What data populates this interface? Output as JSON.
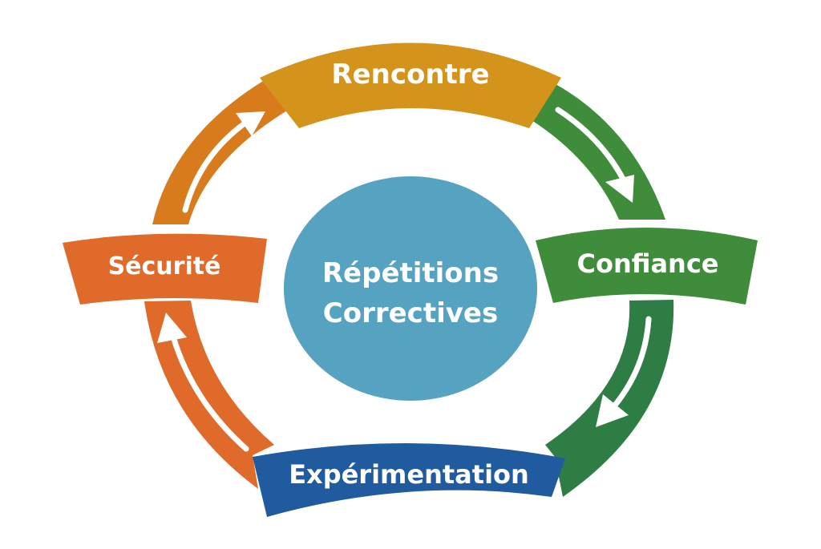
{
  "diagram": {
    "type": "cycle",
    "center": {
      "line1": "Répétitions",
      "line2": "Correctives",
      "color": "#56a2c1"
    },
    "stages": [
      {
        "id": "rencontre",
        "label": "Rencontre",
        "color": "#d4941c"
      },
      {
        "id": "confiance",
        "label": "Confiance",
        "color": "#3f8c3a"
      },
      {
        "id": "experimentation",
        "label": "Expérimentation",
        "color": "#1f5b9e"
      },
      {
        "id": "securite",
        "label": "Sécurité",
        "color": "#e06a2a"
      }
    ],
    "connectors": [
      {
        "from": "Sécurité",
        "to": "Rencontre",
        "color": "#d77b1c",
        "direction": "clockwise"
      },
      {
        "from": "Rencontre",
        "to": "Confiance",
        "color": "#3f8c3a",
        "direction": "clockwise"
      },
      {
        "from": "Confiance",
        "to": "Expérimentation",
        "color": "#2d7d45",
        "direction": "clockwise"
      },
      {
        "from": "Expérimentation",
        "to": "Sécurité",
        "color": "#e06a2a",
        "direction": "clockwise"
      }
    ]
  }
}
